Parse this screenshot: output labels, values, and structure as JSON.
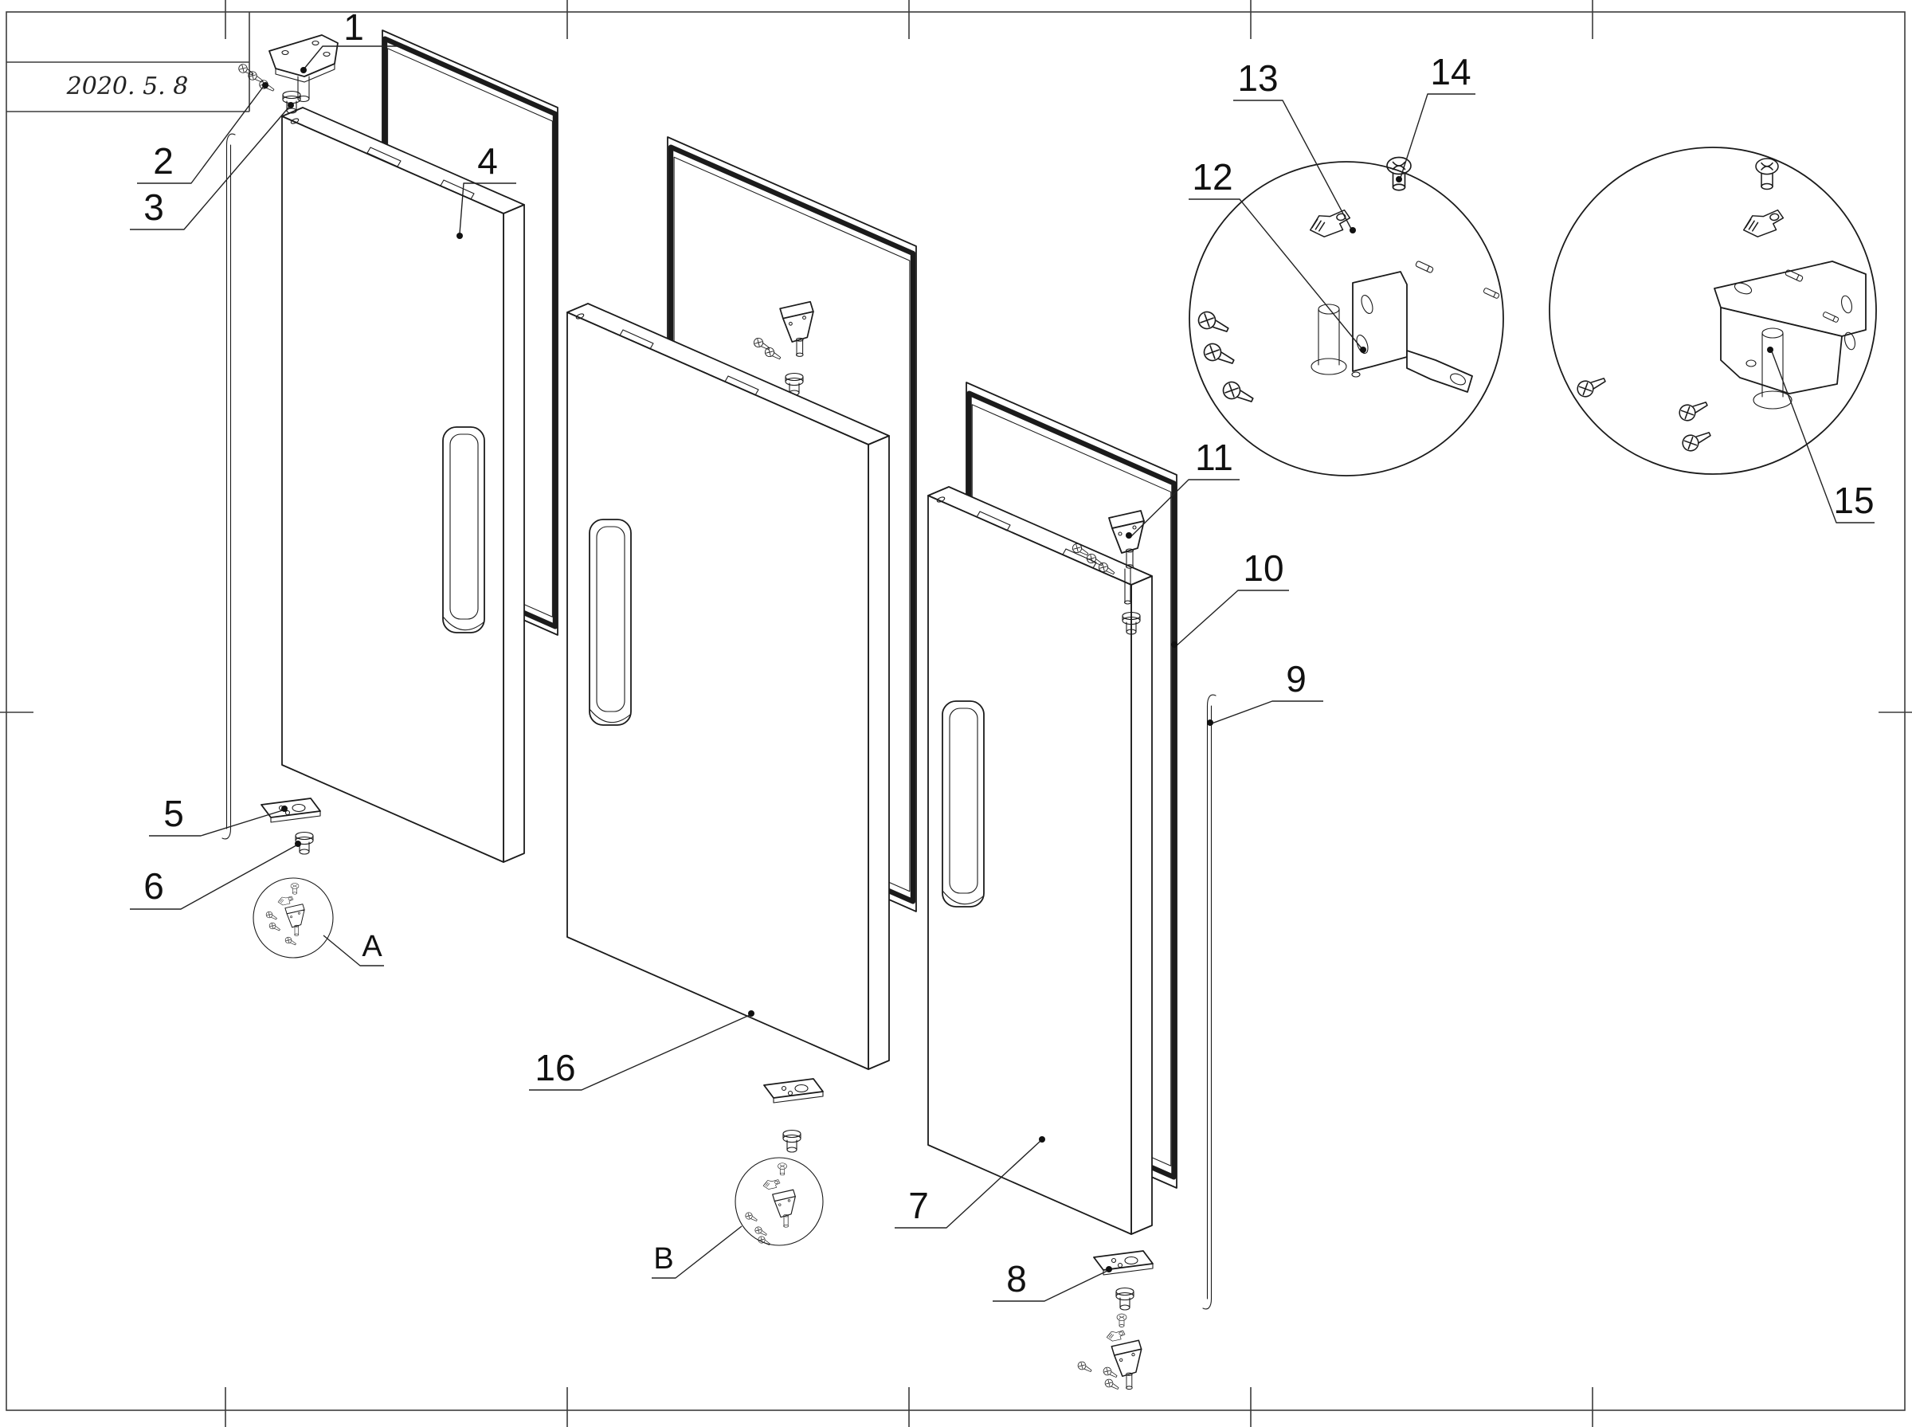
{
  "sheet": {
    "date": "2020. 5. 8"
  },
  "callouts": {
    "n1": "1",
    "n2": "2",
    "n3": "3",
    "n4": "4",
    "n5": "5",
    "n6": "6",
    "n7": "7",
    "n8": "8",
    "n9": "9",
    "n10": "10",
    "n11": "11",
    "n12": "12",
    "n13": "13",
    "n14": "14",
    "n15": "15",
    "n16": "16",
    "a": "A",
    "b": "B"
  }
}
